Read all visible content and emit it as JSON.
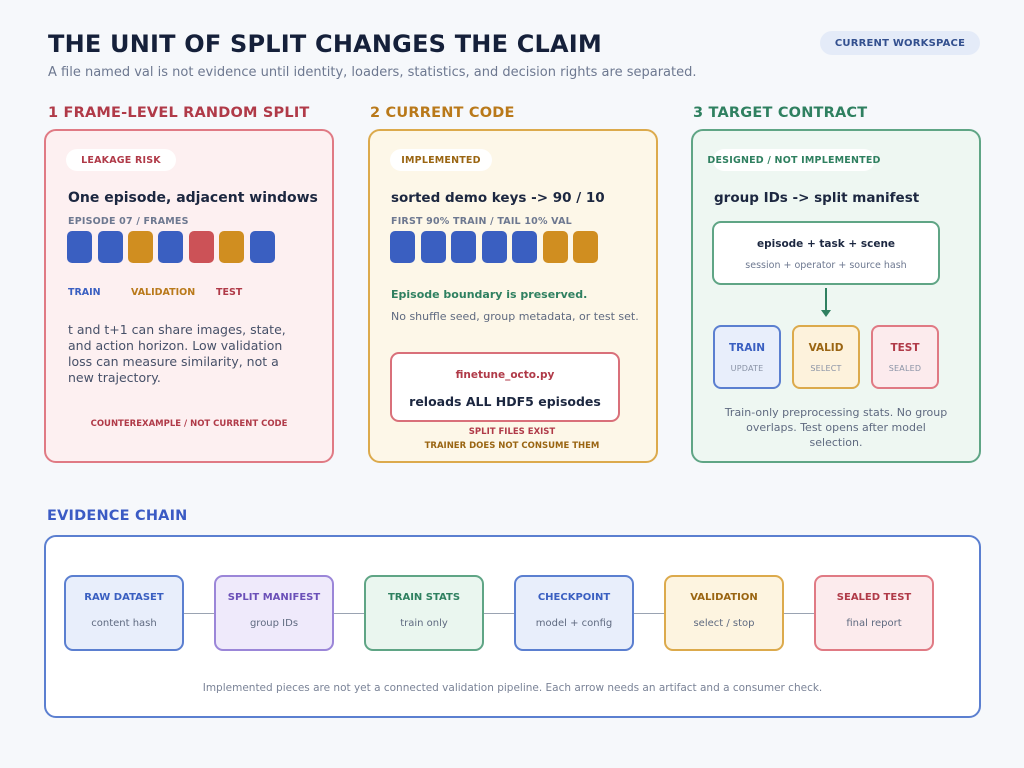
{
  "header": {
    "title": "THE UNIT OF SPLIT CHANGES THE CLAIM",
    "subtitle": "A file named val is not evidence until identity, loaders, statistics, and decision rights are separated.",
    "workspace_pill": "CURRENT WORKSPACE"
  },
  "panel1": {
    "heading": "1  FRAME-LEVEL RANDOM SPLIT",
    "badge": "LEAKAGE RISK",
    "title": "One episode, adjacent windows",
    "caption": "EPISODE 07 / FRAMES",
    "frames": [
      "train",
      "train",
      "validation",
      "train",
      "test",
      "validation",
      "train"
    ],
    "legend": {
      "train": "TRAIN",
      "validation": "VALIDATION",
      "test": "TEST"
    },
    "body": "t and t+1 can share images, state, and action horizon. Low validation loss can measure similarity, not a new trajectory.",
    "footer": "COUNTEREXAMPLE / NOT CURRENT CODE"
  },
  "panel2": {
    "heading": "2  CURRENT CODE",
    "badge": "IMPLEMENTED",
    "title": "sorted demo keys -> 90 / 10",
    "caption": "FIRST 90% TRAIN / TAIL 10% VAL",
    "frames": [
      "train",
      "train",
      "train",
      "train",
      "train",
      "validation",
      "validation"
    ],
    "note_green": "Episode boundary is preserved.",
    "note": "No shuffle seed, group metadata, or test set.",
    "file_name": "finetune_octo.py",
    "file_desc": "reloads ALL HDF5 episodes",
    "footer_line1": "SPLIT FILES EXIST",
    "footer_line2": "TRAINER DOES NOT CONSUME THEM"
  },
  "panel3": {
    "heading": "3  TARGET CONTRACT",
    "badge": "DESIGNED / NOT IMPLEMENTED",
    "title": "group IDs -> split manifest",
    "group_title": "episode + task + scene",
    "group_sub": "session + operator + source hash",
    "splits": [
      {
        "label": "TRAIN",
        "sub": "UPDATE"
      },
      {
        "label": "VALID",
        "sub": "SELECT"
      },
      {
        "label": "TEST",
        "sub": "SEALED"
      }
    ],
    "body": "Train-only preprocessing stats. No group overlaps. Test opens after model selection."
  },
  "chain": {
    "heading": "EVIDENCE CHAIN",
    "steps": [
      {
        "label": "RAW DATASET",
        "sub": "content hash"
      },
      {
        "label": "SPLIT MANIFEST",
        "sub": "group IDs"
      },
      {
        "label": "TRAIN STATS",
        "sub": "train only"
      },
      {
        "label": "CHECKPOINT",
        "sub": "model + config"
      },
      {
        "label": "VALIDATION",
        "sub": "select / stop"
      },
      {
        "label": "SEALED TEST",
        "sub": "final report"
      }
    ],
    "footer": "Implemented pieces are not yet a connected validation pipeline. Each arrow needs an artifact and a consumer check."
  },
  "colors": {
    "train_blue": "#3a5fc1",
    "validation_gold": "#d08e20",
    "test_red": "#cc5257",
    "panel1_accent": "#b03a48",
    "panel2_accent": "#b9791a",
    "panel3_accent": "#2f8060",
    "chain_accent": "#3b5bc4"
  }
}
